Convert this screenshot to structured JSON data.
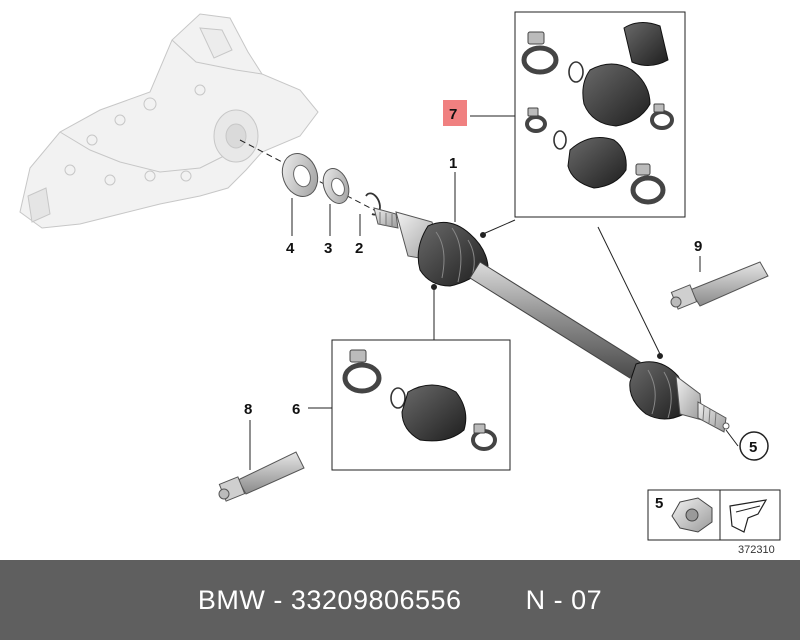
{
  "diagram": {
    "callouts": {
      "c1": "1",
      "c2": "2",
      "c3": "3",
      "c4": "4",
      "c5": "5",
      "c6": "6",
      "c7": "7",
      "c8": "8",
      "c9": "9",
      "legend": "5"
    },
    "reference_number": "372310",
    "highlight_color": "#f08080"
  },
  "footer": {
    "brand": "BMW",
    "separator": " - ",
    "part_number": "33209806556",
    "position": "N - 07"
  }
}
